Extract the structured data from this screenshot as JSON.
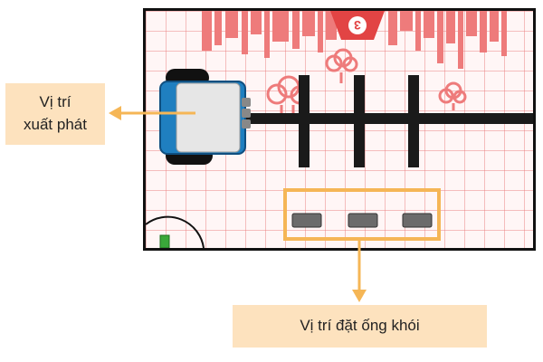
{
  "labels": {
    "start_position": "Vị trí\nxuất phát",
    "chimney_position": "Vị trí đặt ống khói"
  },
  "board": {
    "badge_text": "3",
    "colors": {
      "city": "#ee7b7b",
      "grid_line": "#e87878",
      "track": "#1a1a1a",
      "robot_body": "#1f7fc0",
      "highlight": "#f5b656",
      "label_bg": "#fde2be",
      "chimney_slot": "#6b6b6b"
    }
  },
  "icons": {
    "robot": "robot-top-view-icon",
    "arrow": "arrow-icon",
    "city": "city-skyline-icon",
    "tree": "tree-icon"
  }
}
